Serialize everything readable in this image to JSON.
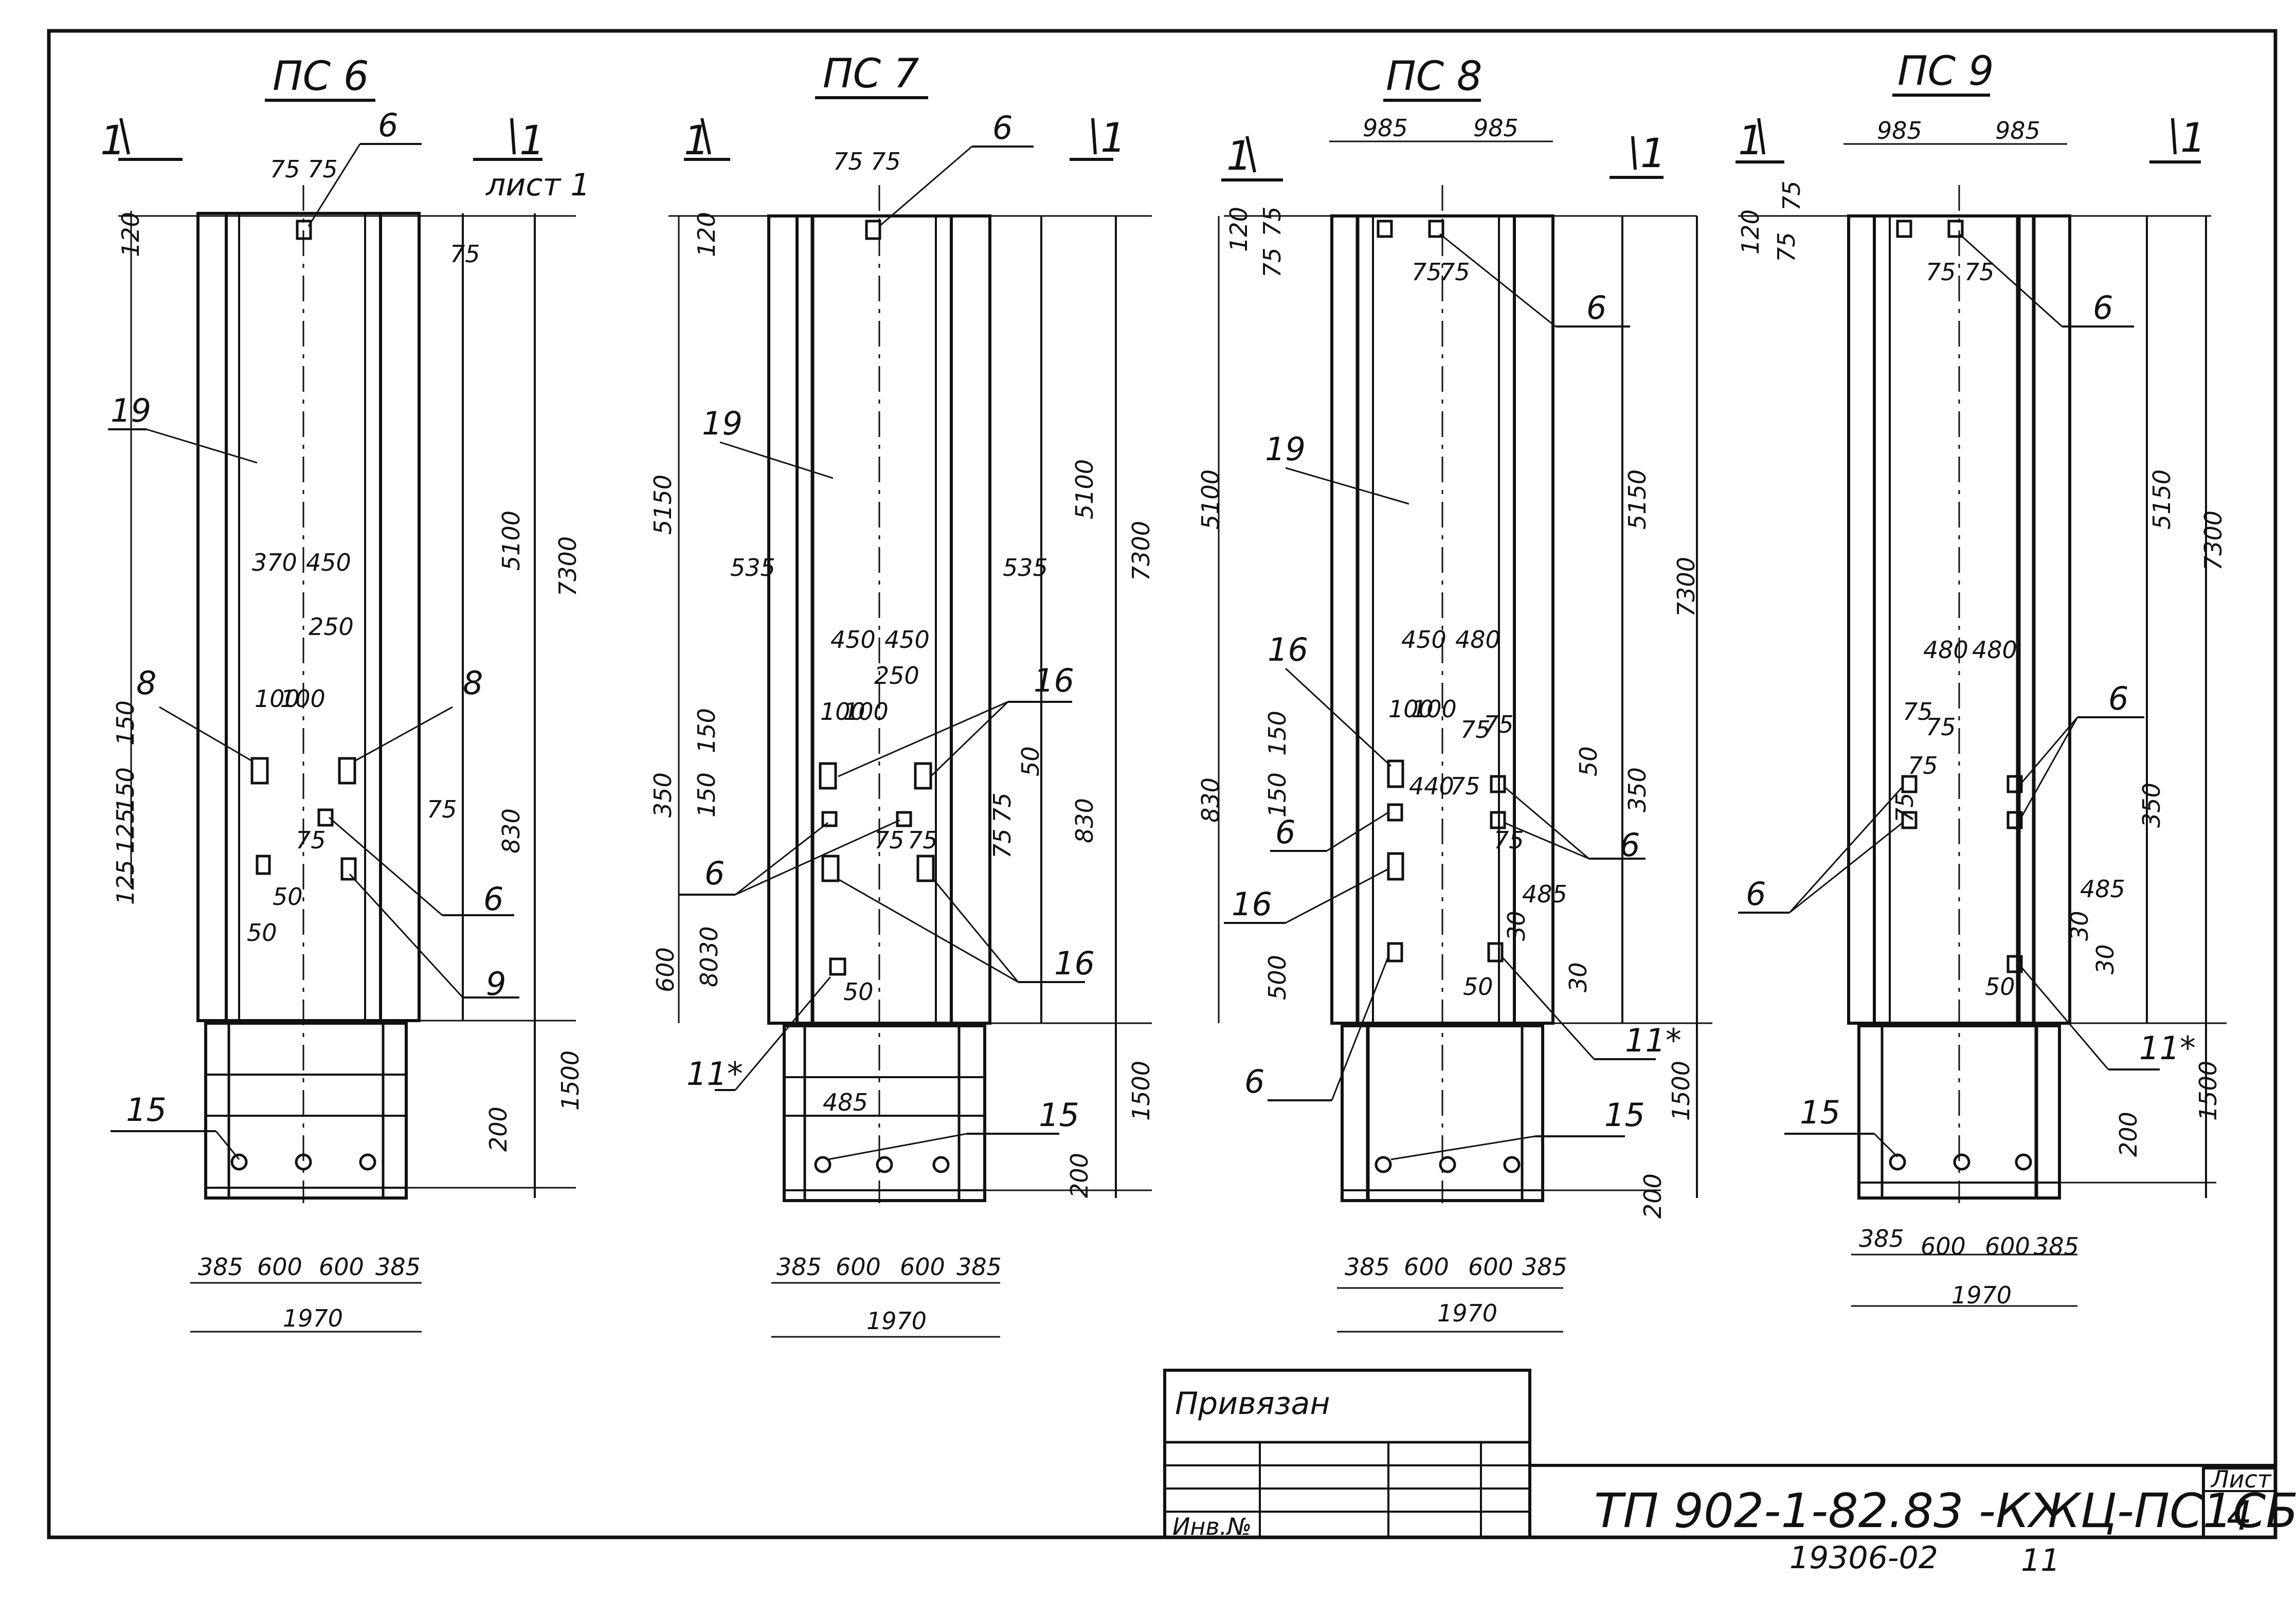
{
  "sheet": {
    "panels": [
      {
        "title": "ПС 6",
        "section_left": "1",
        "section_right": "1",
        "sheet_ref": "лист 1",
        "dims_left": [
          "120",
          "150",
          "150",
          "125",
          "125"
        ],
        "dims_right_small": [
          "75",
          "75",
          "50",
          "75",
          "50",
          "75"
        ],
        "dim_top_inner": "75 75",
        "dim_height_upper": "5100",
        "dim_height_total": "7300",
        "dim_lower": "830",
        "dim_leg": "1500",
        "dim_base": "200",
        "dims_inner": [
          "370",
          "450",
          "250",
          "100",
          "100",
          "75",
          "75",
          "50",
          "50"
        ],
        "bottom_dims": [
          "385",
          "600",
          "600",
          "385"
        ],
        "bottom_total": "1970",
        "callouts": [
          "6",
          "19",
          "8",
          "8",
          "6",
          "9",
          "15"
        ]
      },
      {
        "title": "ПС 7",
        "section_left": "1",
        "section_right": "1",
        "dims_left": [
          "120",
          "5150",
          "150",
          "350",
          "150",
          "600",
          "80",
          "30"
        ],
        "dim_top_inner": "75 75",
        "dim_height_upper": "5100",
        "dim_height_total": "7300",
        "dim_lower": "830",
        "dim_leg": "1500",
        "dim_base": "200",
        "dims_inner": [
          "535",
          "535",
          "450",
          "450",
          "250",
          "100",
          "100",
          "50",
          "75",
          "75",
          "75",
          "75",
          "50",
          "485"
        ],
        "bottom_dims": [
          "385",
          "600",
          "600",
          "385"
        ],
        "bottom_total": "1970",
        "callouts": [
          "6",
          "19",
          "16",
          "6",
          "16",
          "11*",
          "15"
        ]
      },
      {
        "title": "ПС 8",
        "section_left": "1",
        "section_right": "1",
        "top_dims": [
          "985",
          "985"
        ],
        "dims_left": [
          "120",
          "75",
          "75",
          "5100",
          "150",
          "830",
          "150",
          "500"
        ],
        "dim_height_upper": "5150",
        "dim_height_total": "7300",
        "dim_lower": "350",
        "dim_leg": "1500",
        "dim_base": "200",
        "dims_inner": [
          "75",
          "75",
          "450",
          "480",
          "100",
          "100",
          "75",
          "75",
          "440",
          "75",
          "75",
          "50",
          "485",
          "30",
          "30",
          "50"
        ],
        "bottom_dims": [
          "385",
          "600",
          "600",
          "385"
        ],
        "bottom_total": "1970",
        "callouts": [
          "6",
          "19",
          "16",
          "6",
          "16",
          "6",
          "6",
          "11*",
          "15"
        ]
      },
      {
        "title": "ПС 9",
        "section_left": "1",
        "section_right": "1",
        "top_dims": [
          "985",
          "985"
        ],
        "dims_left": [
          "120",
          "75",
          "75"
        ],
        "dim_height_upper": "5150",
        "dim_height_total": "7300",
        "dim_lower": "350",
        "dim_leg": "1500",
        "dim_base": "200",
        "dims_inner": [
          "75",
          "75",
          "480",
          "480",
          "75",
          "75",
          "75",
          "75",
          "485",
          "30",
          "30",
          "50"
        ],
        "bottom_dims": [
          "385",
          "600",
          "600",
          "385"
        ],
        "bottom_total": "1970",
        "callouts": [
          "6",
          "6",
          "6",
          "11*",
          "15"
        ]
      }
    ]
  },
  "title_block": {
    "privyazan_label": "Привязан",
    "inv_label": "Инв.№",
    "doc_code": "ТП 902-1-82.83 -КЖЦ-ПС1СБ",
    "sheet_label": "Лист",
    "sheet_number": "4",
    "archive_number": "19306-02",
    "archive_mark": "11"
  }
}
